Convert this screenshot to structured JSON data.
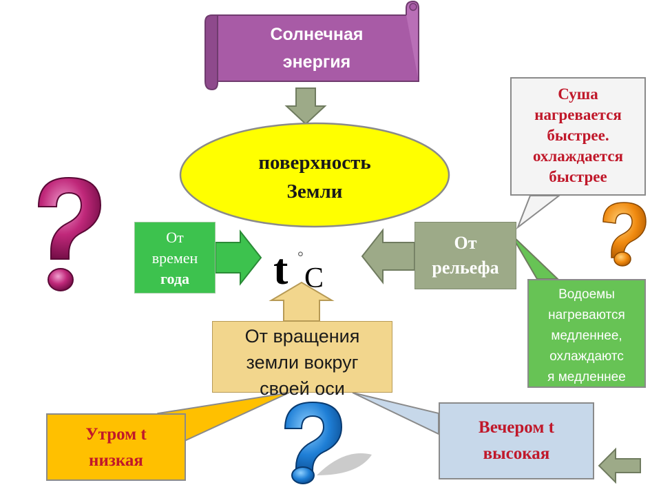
{
  "solar": {
    "lines": [
      "Солнечная",
      "энергия"
    ]
  },
  "surface": {
    "lines": [
      "поверхность",
      "Земли"
    ]
  },
  "temperature": {
    "t": "t",
    "degree": "°",
    "unit": "С"
  },
  "season": {
    "lines": [
      "От",
      "времен",
      "года"
    ]
  },
  "relief": {
    "lines": [
      "От",
      "рельефа"
    ]
  },
  "rotation": {
    "lines": [
      "От вращения",
      "земли вокруг",
      "своей оси"
    ]
  },
  "land": {
    "lines": [
      "Суша",
      "нагревается",
      "быстрее.",
      "охлаждается",
      "быстрее"
    ]
  },
  "water": {
    "lines": [
      "Водоемы",
      "нагреваются",
      "медленнее,",
      "охлаждаютс",
      "я медленнее"
    ]
  },
  "morning": {
    "lines": [
      "Утром t",
      "низкая"
    ]
  },
  "evening": {
    "lines": [
      "Вечером t",
      "высокая"
    ]
  },
  "colors": {
    "scroll": "#a85ba6",
    "oval": "#ffff00",
    "season_box": "#3dc24e",
    "relief_box": "#9daa88",
    "rotation_box": "#f2d68d",
    "water_box": "#67c355",
    "morning_box": "#ffc000",
    "evening_box": "#c7d8ea",
    "callout_text": "#c0182a"
  },
  "icons": [
    "question-mark-magenta",
    "question-mark-orange",
    "question-mark-blue",
    "arrow-left-gray"
  ]
}
